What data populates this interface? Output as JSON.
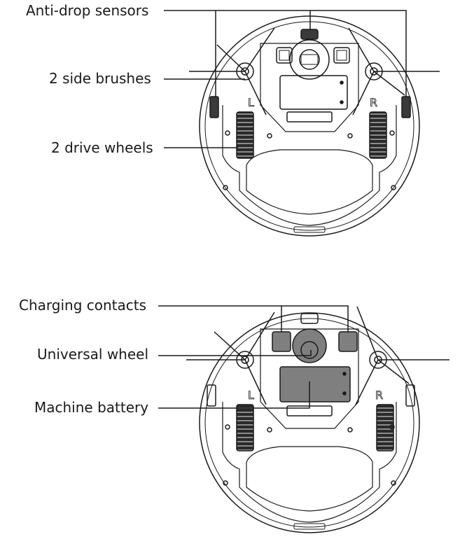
{
  "top_diagram": {
    "labels": {
      "anti_drop_sensors": "Anti-drop sensors",
      "side_brushes": "2 side brushes",
      "drive_wheels": "2 drive wheels"
    },
    "wheel_marks": {
      "left": "L",
      "right": "R"
    }
  },
  "bottom_diagram": {
    "labels": {
      "charging_contacts": "Charging contacts",
      "universal_wheel": "Universal wheel",
      "machine_battery": "Machine battery"
    },
    "wheel_marks": {
      "left": "L",
      "right": "R"
    },
    "highlight_color": "#7f7f7f"
  }
}
